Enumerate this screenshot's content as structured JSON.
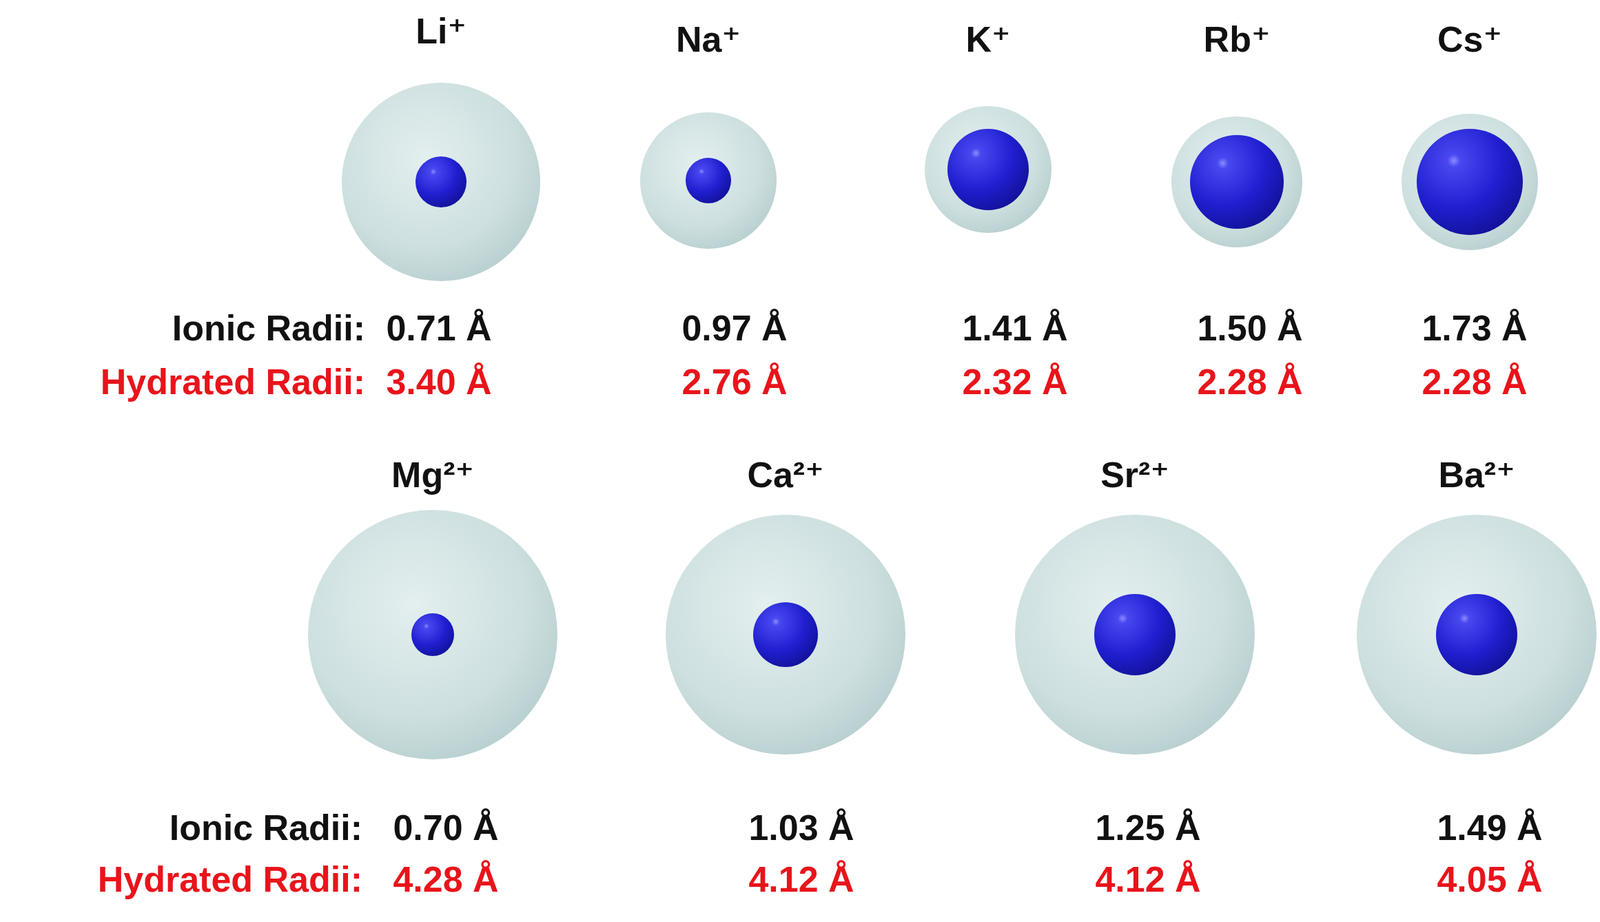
{
  "diagram": {
    "nodes": [
      {
        "text": [
          "Li⁺"
        ]
      },
      {
        "text": [
          "Na⁺"
        ]
      },
      {
        "text": [
          "K⁺"
        ]
      },
      {
        "text": [
          "Rb⁺"
        ]
      },
      {
        "text": [
          "Cs⁺"
        ]
      },
      {
        "text": [
          "Mg²⁺"
        ]
      },
      {
        "text": [
          "Ca²⁺"
        ]
      },
      {
        "text": [
          "Sr²⁺"
        ]
      },
      {
        "text": [
          "Ba²⁺"
        ]
      }
    ],
    "labels": [
      "Ionic Radii:",
      "0.71 Å",
      "0.97 Å",
      "1.41 Å",
      "1.50 Å",
      "1.73 Å",
      "Hydrated Radii:",
      "3.40 Å",
      "2.76 Å",
      "2.32 Å",
      "2.28 Å",
      "2.28 Å",
      "Ionic Radii:",
      "0.70 Å",
      "1.03 Å",
      "1.25 Å",
      "1.49 Å",
      "Hydrated Radii:",
      "4.28 Å",
      "4.12 Å",
      "4.12 Å",
      "4.05 Å"
    ]
  }
}
